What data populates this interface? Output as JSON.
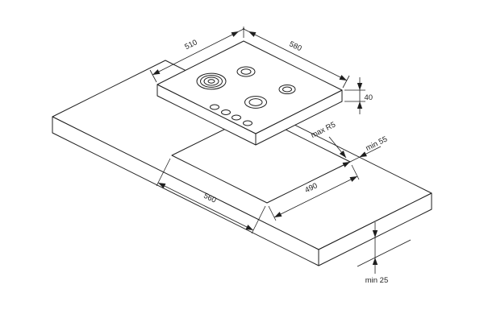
{
  "colors": {
    "line": "#1e1e1e",
    "background": "#ffffff"
  },
  "diagram": {
    "name": "gas-hob-installation-dimensions",
    "labels": {
      "hob_depth": "510",
      "hob_width": "580",
      "hob_height": "40",
      "corner_radius": "max R5",
      "rear_clearance": "min 55",
      "cutout_width": "560",
      "cutout_depth": "490",
      "front_clearance": "min 25"
    }
  }
}
